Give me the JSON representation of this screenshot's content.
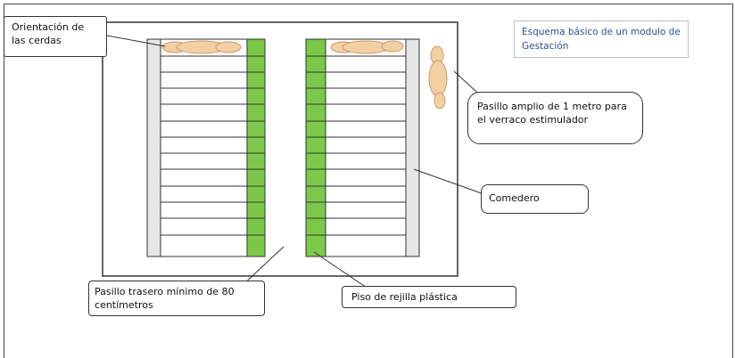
{
  "title": "Esquema básico de un modulo de Gestación",
  "labels": {
    "orientacion": "Orientación de las cerdas",
    "pasillo_amplio": "Pasillo amplio de 1 metro para el verraco estimulador",
    "comedero": "Comedero",
    "pasillo_trasero": "Pasillo trasero mínimo de 80 centímetros",
    "piso": "Piso de rejilla plástica"
  },
  "colors": {
    "slat_green": "#7cc84a",
    "trough_gray": "#e6e6e6",
    "pig_fill": "#f3cfa4",
    "pig_stroke": "#c99a6d",
    "line": "#333333"
  },
  "icons": [
    "sow-icon",
    "boar-icon"
  ]
}
